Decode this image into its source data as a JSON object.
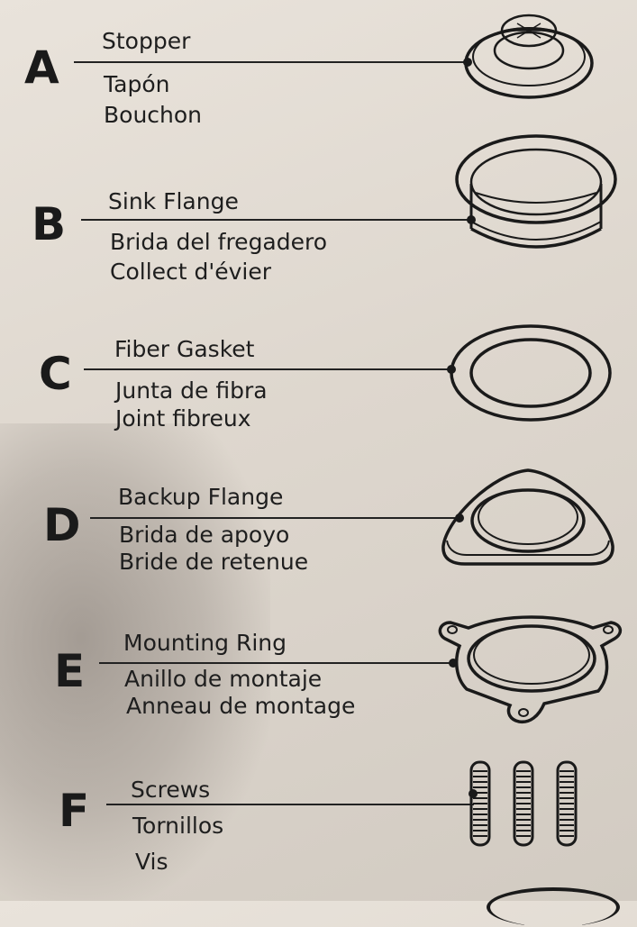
{
  "parts": [
    {
      "letter": "A",
      "en": "Stopper",
      "es": "Tapón",
      "fr": "Bouchon",
      "icon": "stopper-icon"
    },
    {
      "letter": "B",
      "en": "Sink Flange",
      "es": "Brida del fregadero",
      "fr": "Collect d'évier",
      "icon": "sink-flange-icon"
    },
    {
      "letter": "C",
      "en": "Fiber Gasket",
      "es": "Junta de fibra",
      "fr": "Joint fibreux",
      "icon": "fiber-gasket-icon"
    },
    {
      "letter": "D",
      "en": "Backup Flange",
      "es": "Brida de apoyo",
      "fr": "Bride de retenue",
      "icon": "backup-flange-icon"
    },
    {
      "letter": "E",
      "en": "Mounting Ring",
      "es": "Anillo de montaje",
      "fr": "Anneau de montage",
      "icon": "mounting-ring-icon"
    },
    {
      "letter": "F",
      "en": "Screws",
      "es": "Tornillos",
      "fr": "Vis",
      "icon": "screws-icon"
    }
  ]
}
